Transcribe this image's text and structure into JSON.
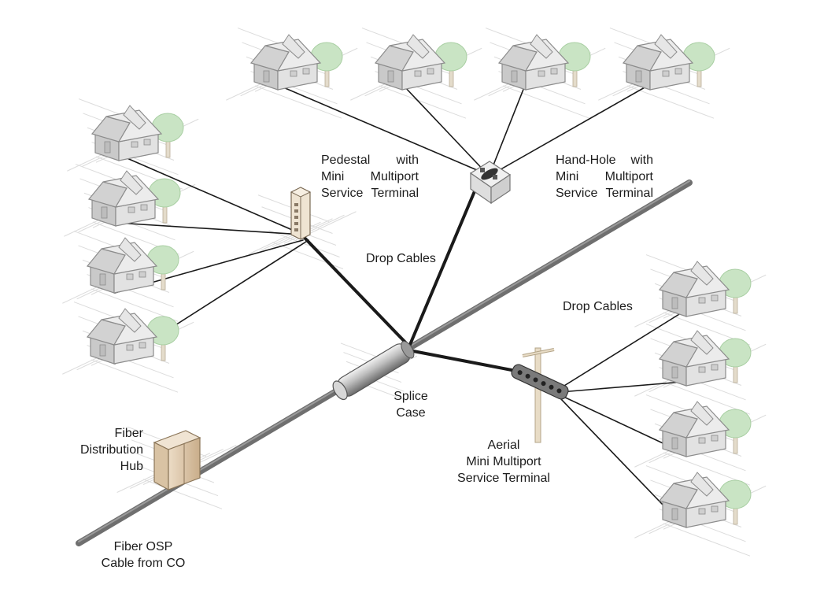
{
  "labels": {
    "pedestal": [
      "Pedestal with",
      "Mini Multiport",
      "Service Terminal"
    ],
    "handhole": [
      "Hand-Hole with",
      "Mini Multiport",
      "Service Terminal"
    ],
    "drop_cables_left": "Drop Cables",
    "drop_cables_right": "Drop Cables",
    "splice_case": [
      "Splice",
      "Case"
    ],
    "fiber_hub": [
      "Fiber",
      "Distribution",
      "Hub"
    ],
    "aerial": [
      "Aerial",
      "Mini Multiport",
      "Service Terminal"
    ],
    "osp_cable": [
      "Fiber OSP",
      "Cable from CO"
    ]
  },
  "colors": {
    "main_cable": "#6f6f6f",
    "drop_cable": "#1a1a1a",
    "house": "#d9d9d9",
    "tree": "#c9e4c4",
    "cabinet": "#e0cdb4",
    "pole": "#e8dcc6"
  }
}
